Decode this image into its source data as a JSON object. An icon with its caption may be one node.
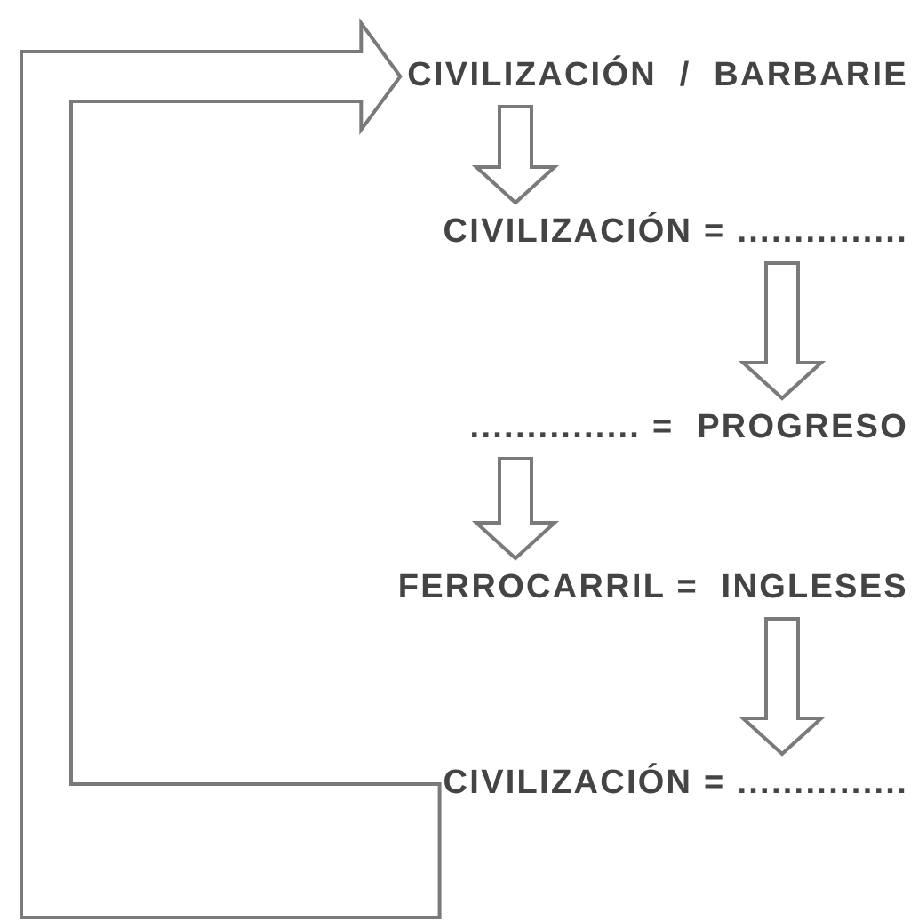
{
  "diagram": {
    "nodes": [
      {
        "text": [
          "CIVILIZACIÓN  /  BARBARIE"
        ]
      },
      {
        "text": [
          "CIVILIZACIÓN = ..............."
        ]
      },
      {
        "text": [
          "............... =  PROGRESO"
        ]
      },
      {
        "text": [
          "FERROCARRIL =  INGLESES"
        ]
      },
      {
        "text": [
          "CIVILIZACIÓN = ..............."
        ]
      }
    ],
    "edges": [
      {
        "from": 0,
        "to": 1,
        "arrow": "to"
      },
      {
        "from": 1,
        "to": 2,
        "arrow": "to"
      },
      {
        "from": 2,
        "to": 3,
        "arrow": "to"
      },
      {
        "from": 3,
        "to": 4,
        "arrow": "to"
      },
      {
        "from": 4,
        "to": 0,
        "arrow": "to"
      }
    ]
  }
}
